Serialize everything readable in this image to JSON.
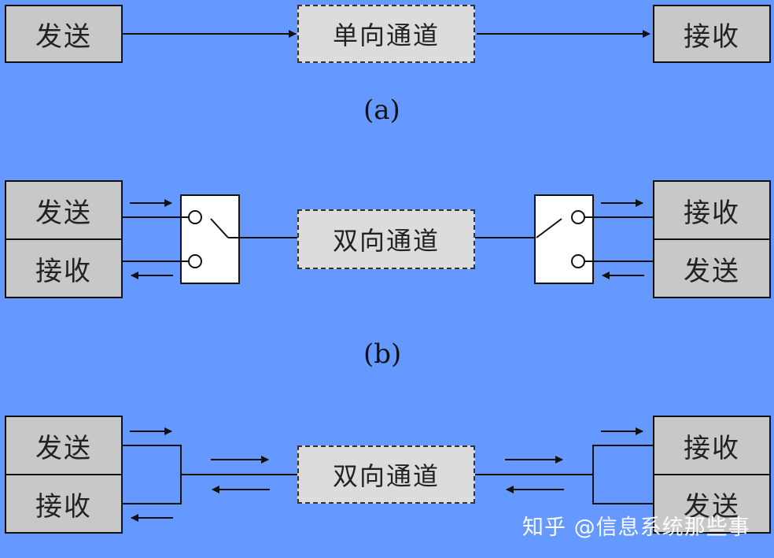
{
  "diagram_a": {
    "send_label": "发送",
    "channel_label": "单向通道",
    "receive_label": "接收",
    "caption": "(a)"
  },
  "diagram_b": {
    "left_top_label": "发送",
    "left_bottom_label": "接收",
    "channel_label": "双向通道",
    "right_top_label": "接收",
    "right_bottom_label": "发送",
    "caption": "(b)"
  },
  "diagram_c": {
    "left_top_label": "发送",
    "left_bottom_label": "接收",
    "channel_label": "双向通道",
    "right_top_label": "接收",
    "right_bottom_label": "发送"
  },
  "watermark": "知乎 @信息系统那些事"
}
